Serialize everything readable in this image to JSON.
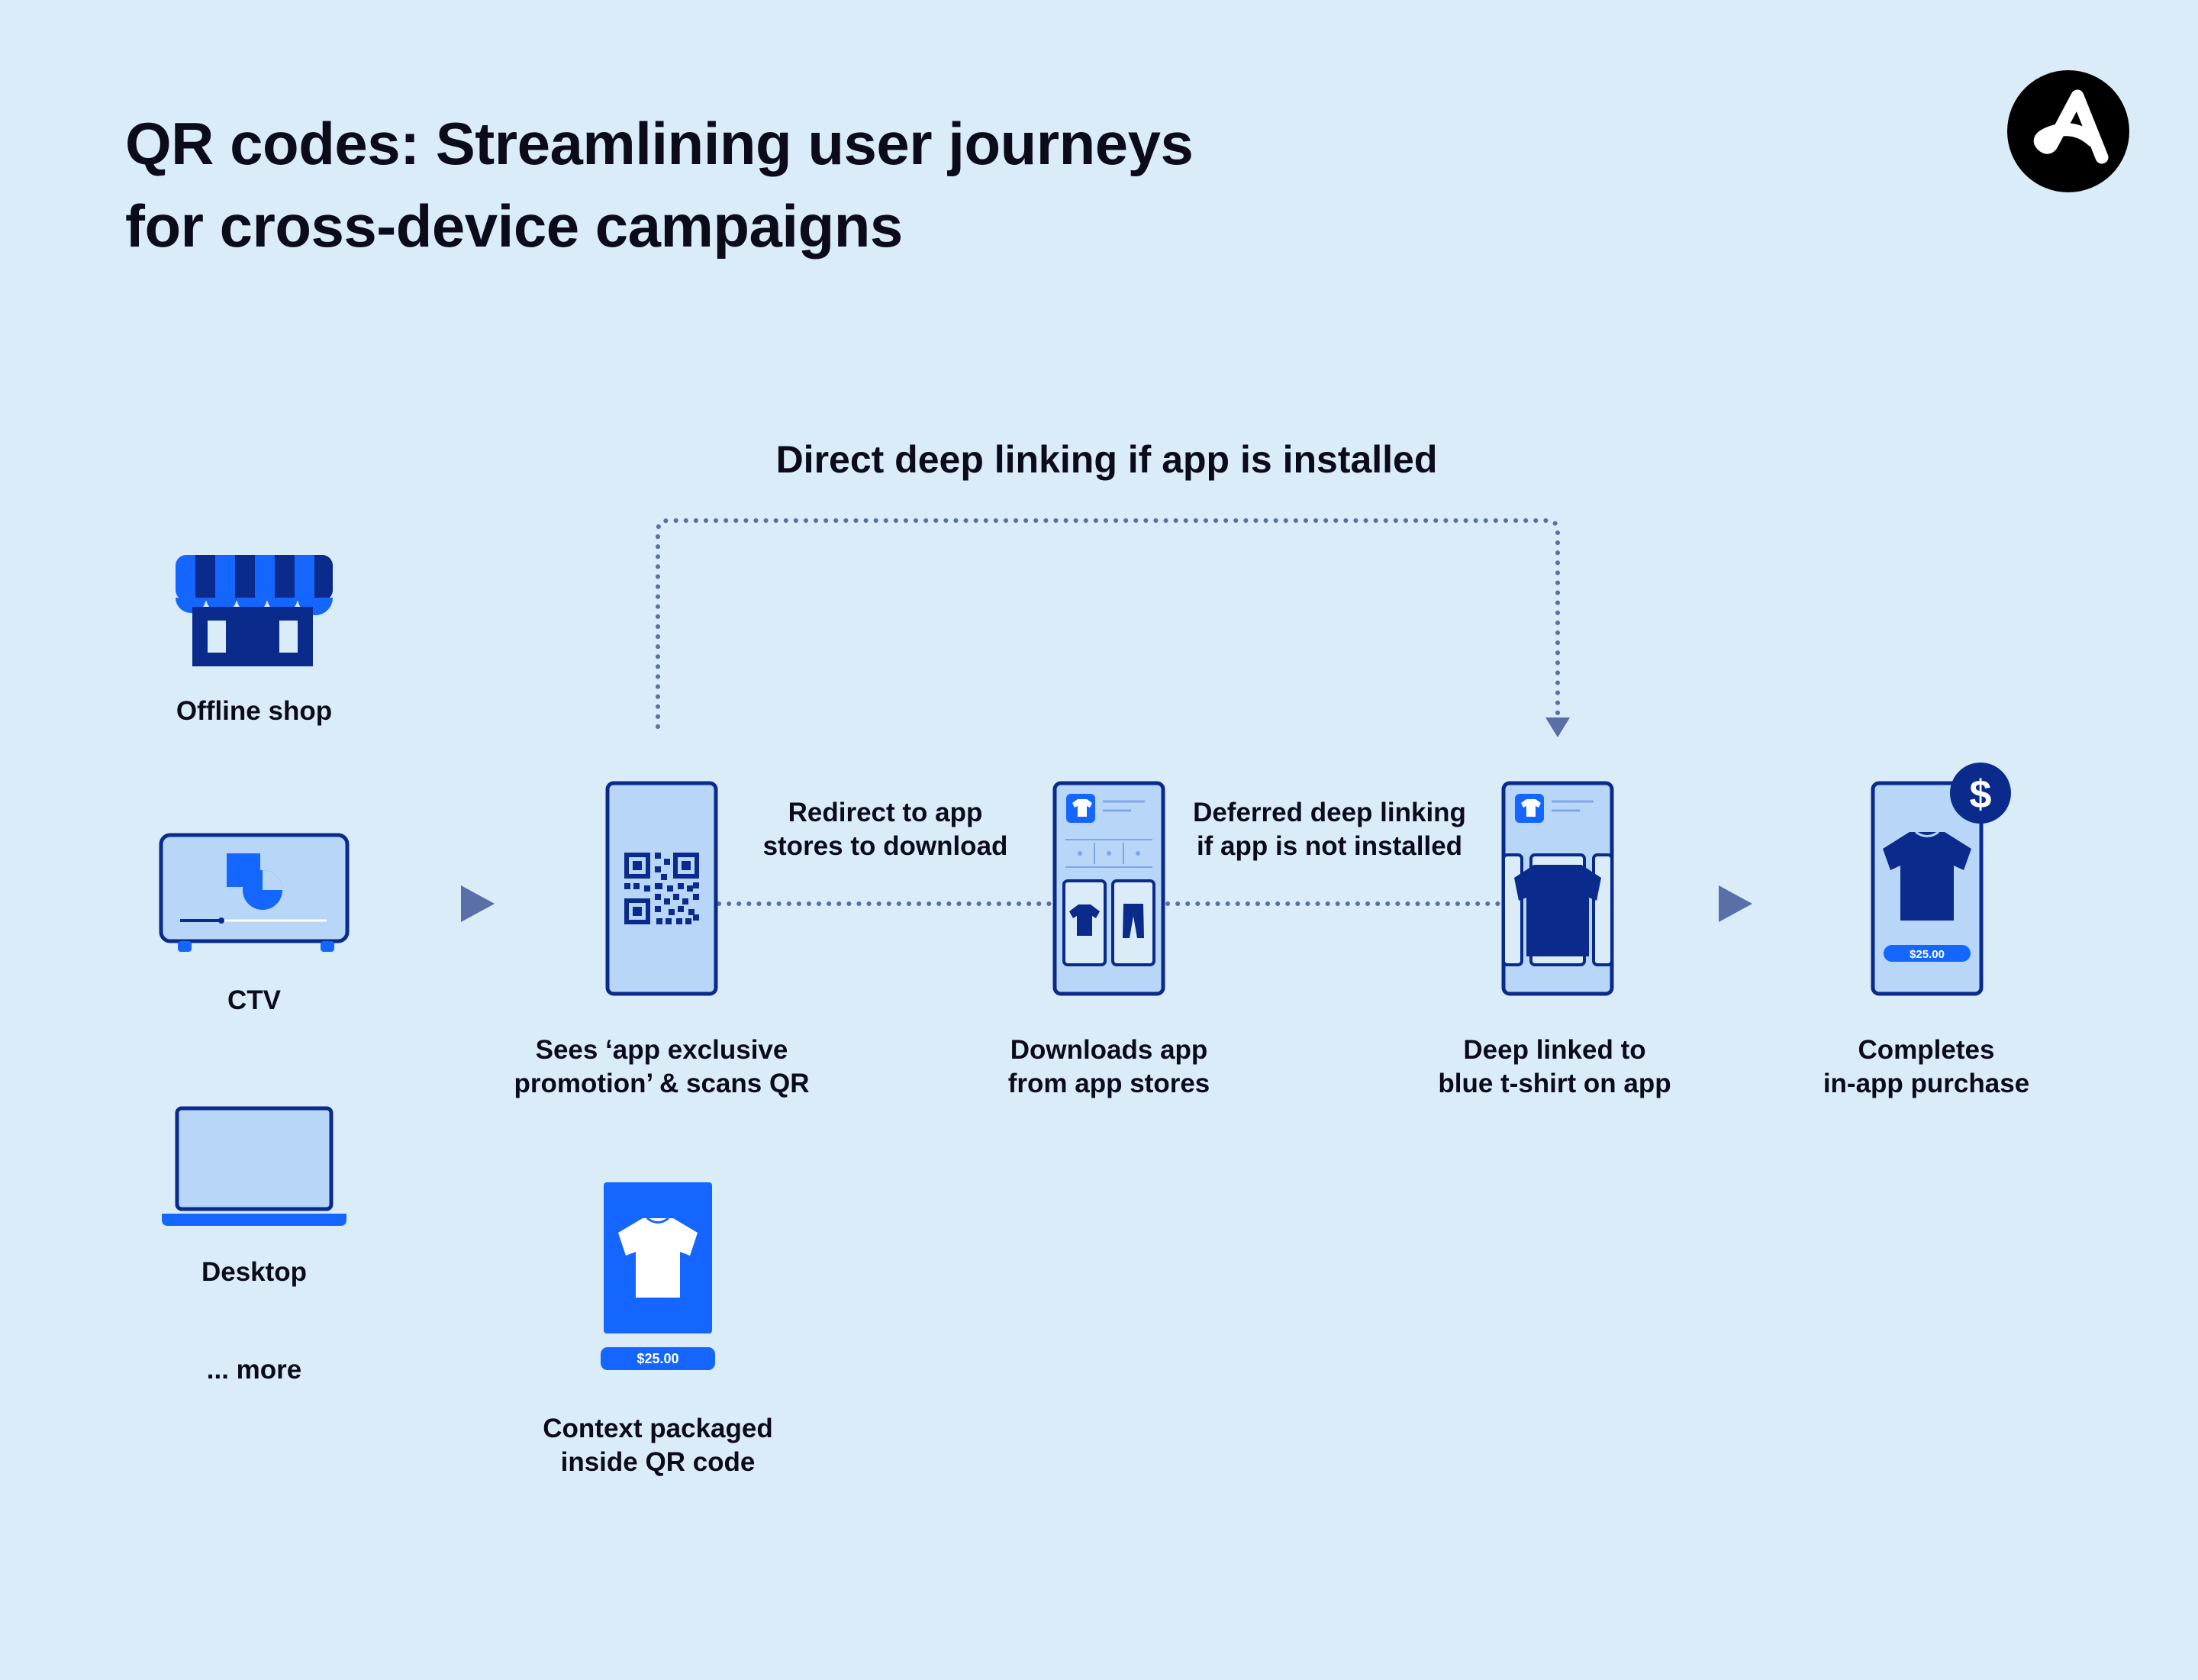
{
  "title": {
    "line1": "QR codes: Streamlining user journeys",
    "line2": "for cross-device campaigns"
  },
  "logo_icon": "brand-a-logo",
  "direct_link_label": "Direct deep linking if app is installed",
  "sources": {
    "shop": "Offline shop",
    "ctv": "CTV",
    "desktop": "Desktop",
    "more": "... more"
  },
  "connectors": {
    "redirect": {
      "line1": "Redirect to app",
      "line2": "stores to download"
    },
    "deferred": {
      "line1": "Deferred deep linking",
      "line2": "if app is not installed"
    }
  },
  "steps": [
    {
      "line1": "Sees ‘app exclusive",
      "line2": "promotion’ & scans QR"
    },
    {
      "line1": "Downloads app",
      "line2": "from app stores"
    },
    {
      "line1": "Deep linked to",
      "line2": "blue t-shirt on app"
    },
    {
      "line1": "Completes",
      "line2": "in-app purchase"
    }
  ],
  "context": {
    "line1": "Context packaged",
    "line2": "inside QR code"
  },
  "prices": {
    "context": "$25.00",
    "purchase": "$25.00"
  },
  "dollar_badge": "$",
  "colors": {
    "background": "#dbecf9",
    "bright_blue": "#1466ff",
    "navy": "#0a2a8c",
    "light_blue": "#b8d6f7",
    "connector": "#5a6ea8"
  }
}
